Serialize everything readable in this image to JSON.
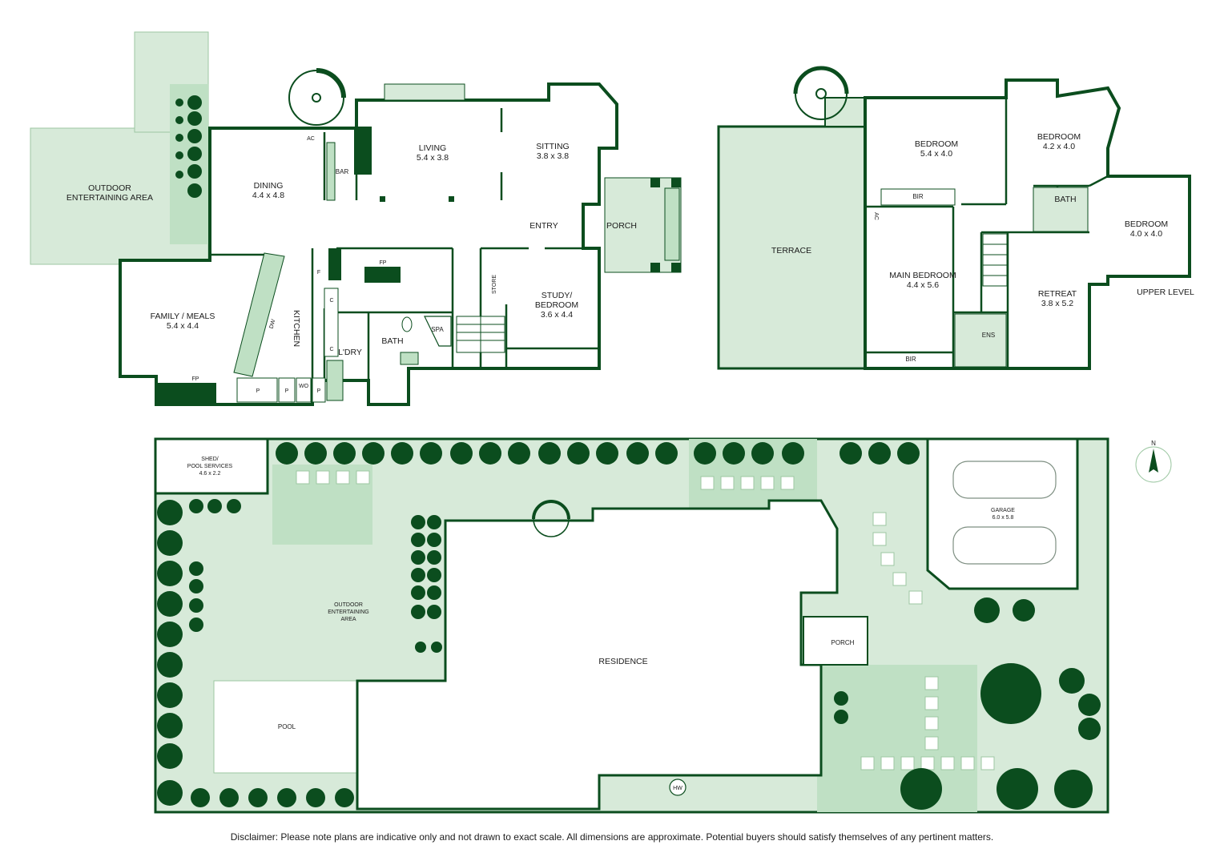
{
  "colors": {
    "wall": "#0b4d1e",
    "fill": "#d7ead9",
    "fill_dark": "#bfe0c4",
    "tree": "#0b4d1e",
    "paper": "#ffffff"
  },
  "ground_floor": {
    "outdoor_entertaining": "OUTDOOR\nENTERTAINING AREA",
    "dining": {
      "name": "DINING",
      "size": "4.4 x 4.8"
    },
    "living": {
      "name": "LIVING",
      "size": "5.4 x 3.8"
    },
    "sitting": {
      "name": "SITTING",
      "size": "3.8 x 3.8"
    },
    "family_meals": {
      "name": "FAMILY / MEALS",
      "size": "5.4 x 4.4"
    },
    "study": {
      "name": "STUDY/\nBEDROOM",
      "size": "3.6 x 4.4"
    },
    "kitchen": "KITCHEN",
    "laundry": "L'DRY",
    "bath": "BATH",
    "spa": "SPA",
    "store": "STORE",
    "bar": "BAR",
    "entry": "ENTRY",
    "porch": "PORCH",
    "ac": "AC",
    "fp": "FP",
    "dw": "DW",
    "f": "F",
    "c": "C",
    "p": "P",
    "wo": "WO"
  },
  "upper_floor": {
    "terrace": "TERRACE",
    "bedroom_1": {
      "name": "BEDROOM",
      "size": "5.4 x 4.0"
    },
    "bedroom_2": {
      "name": "BEDROOM",
      "size": "4.2 x 4.0"
    },
    "bedroom_3": {
      "name": "BEDROOM",
      "size": "4.0 x 4.0"
    },
    "main_bedroom": {
      "name": "MAIN BEDROOM",
      "size": "4.4 x 5.6"
    },
    "retreat": {
      "name": "RETREAT",
      "size": "3.8 x 5.2"
    },
    "bath": "BATH",
    "ens": "ENS",
    "bir": "BIR",
    "ac": "AC",
    "level_label": "UPPER LEVEL"
  },
  "site": {
    "shed": {
      "name": "SHED/\nPOOL SERVICES",
      "size": "4.6 x 2.2"
    },
    "outdoor_entertaining": "OUTDOOR\nENTERTAINING\nAREA",
    "pool": "POOL",
    "residence": "RESIDENCE",
    "porch": "PORCH",
    "garage": {
      "name": "GARAGE",
      "size": "6.0 x 5.8"
    },
    "hw": "HW",
    "north": "N"
  },
  "disclaimer": "Disclaimer: Please note plans are indicative only and not drawn to exact scale. All dimensions are approximate. Potential buyers should satisfy themselves of any pertinent matters."
}
